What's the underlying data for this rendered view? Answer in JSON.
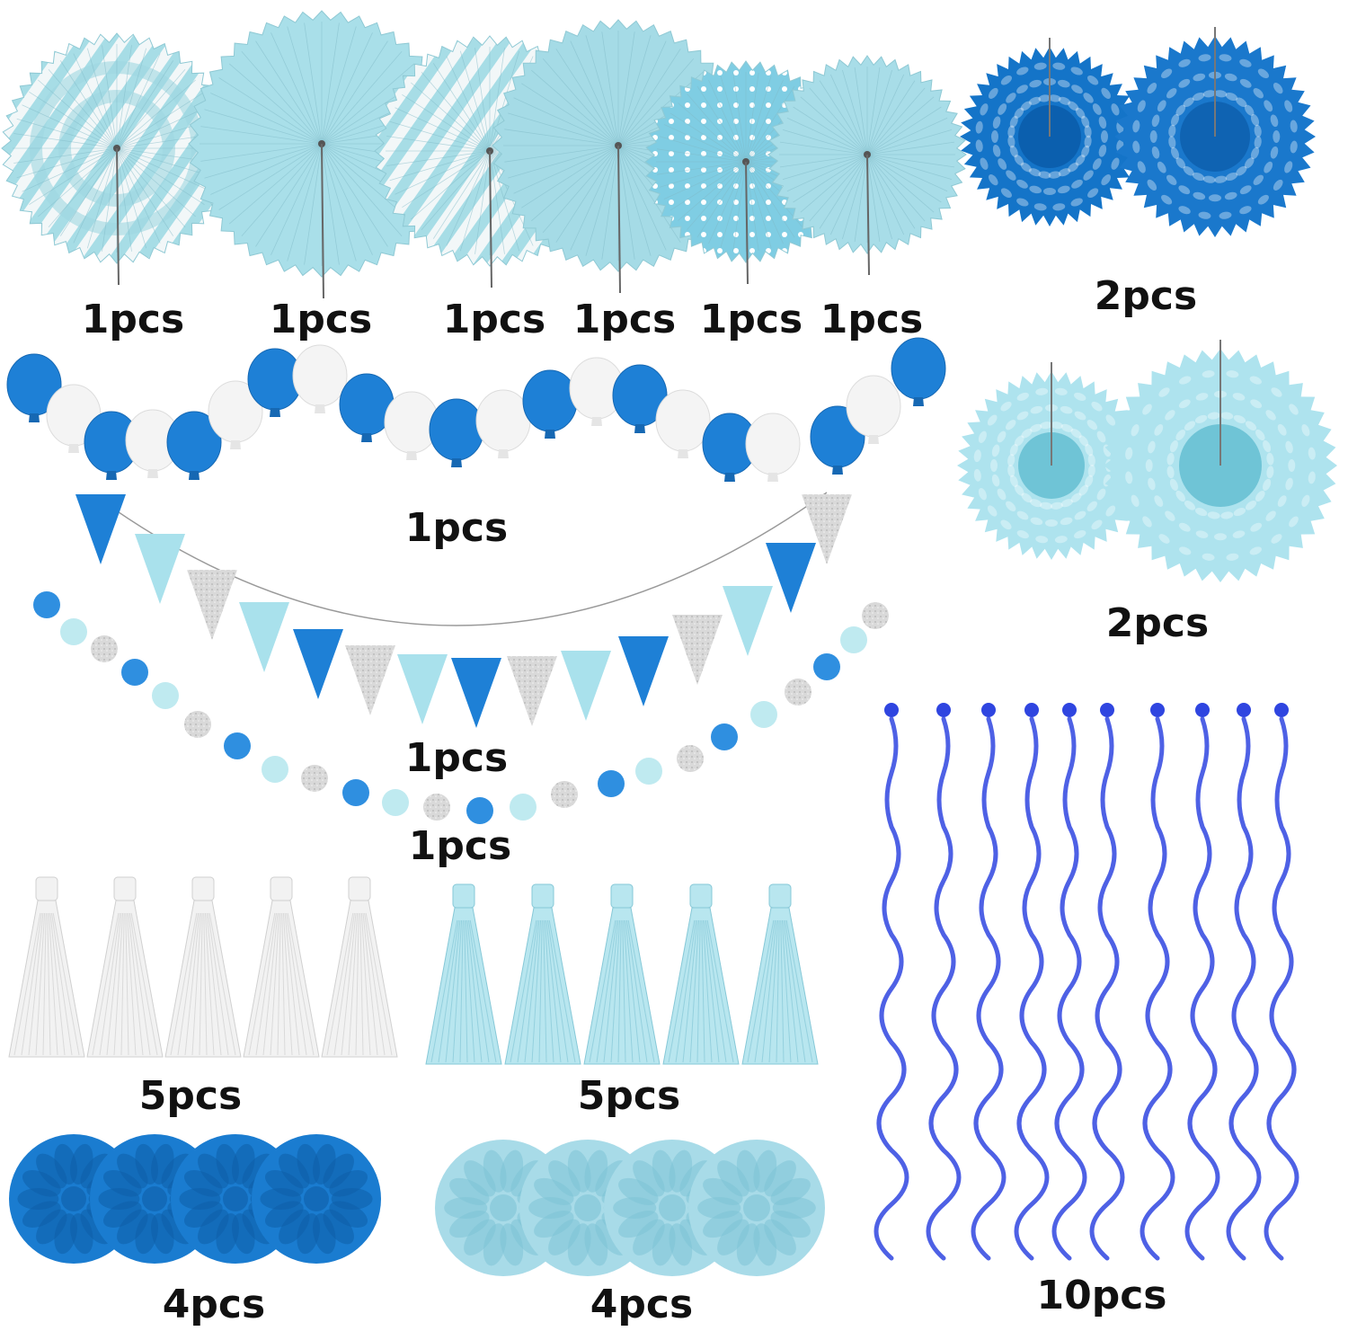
{
  "labels": {
    "fan_1": "1pcs",
    "fan_2": "1pcs",
    "fan_3": "1pcs",
    "fan_4": "1pcs",
    "fan_5": "1pcs",
    "fan_6": "1pcs",
    "honeycomb_dark": "2pcs",
    "honeycomb_light": "2pcs",
    "balloon_garland": "1pcs",
    "pennant_banner": "1pcs",
    "circle_garland": "1pcs",
    "tassels_white": "5pcs",
    "tassels_light": "5pcs",
    "poms_dark": "4pcs",
    "poms_light": "4pcs",
    "swirls": "10pcs"
  },
  "colors": {
    "dark_blue": "#1e80d6",
    "mid_blue": "#2f8fe0",
    "light_blue": "#a9e1ec",
    "pale_blue": "#bfeaf0",
    "white": "#f4f4f4",
    "silver": "#d6d6d6",
    "swirl_blue": "#2f45e0"
  },
  "counts": {
    "tassels_white": 5,
    "tassels_light": 5,
    "poms_dark": 4,
    "poms_light": 4,
    "swirls": 10
  }
}
